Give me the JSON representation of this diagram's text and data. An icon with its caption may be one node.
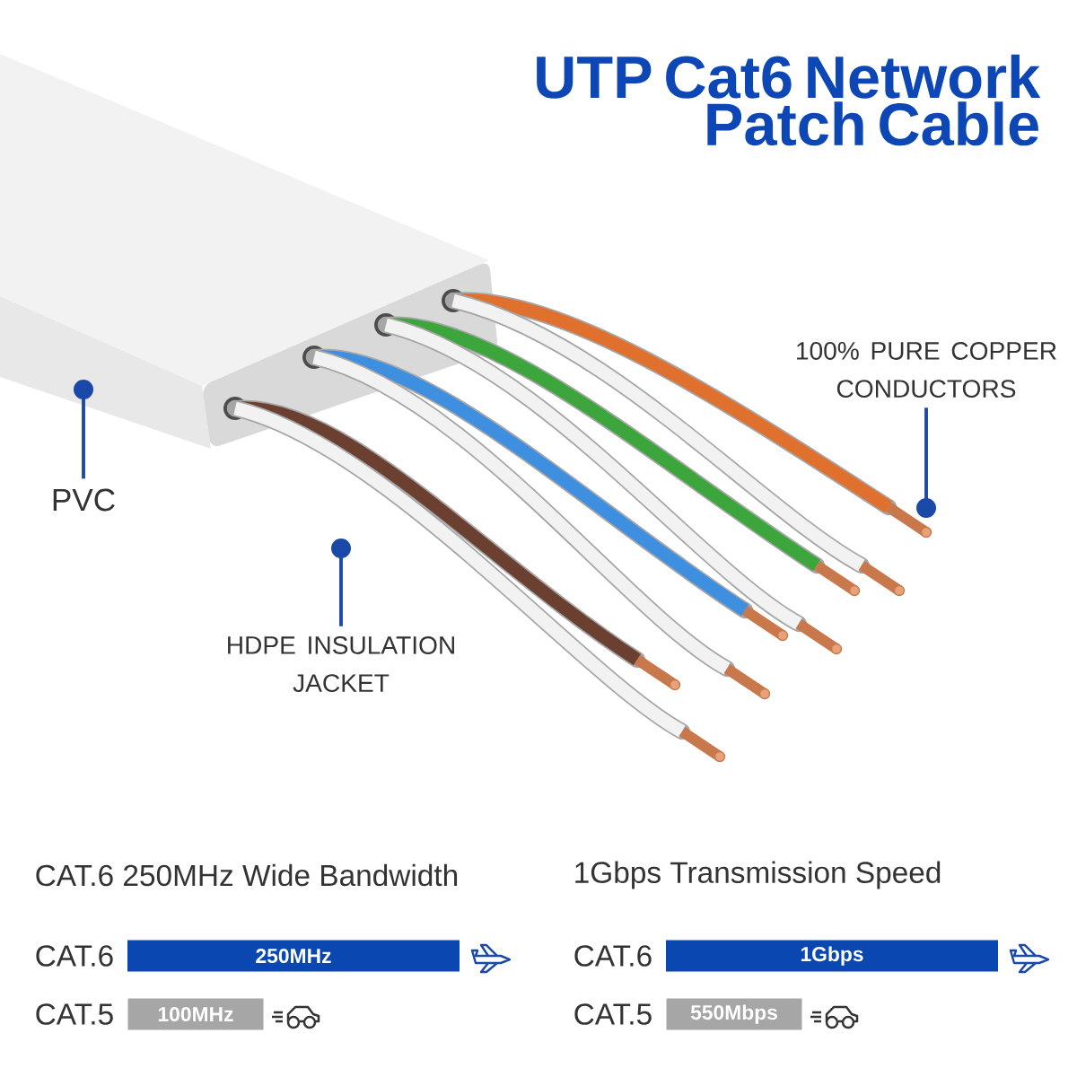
{
  "diagram": {
    "title": "UTP Cat6 Network Patch Cable",
    "nodes": [
      {
        "text": [
          "PVC"
        ]
      },
      {
        "text": [
          "HDPE INSULATION JACKET"
        ]
      },
      {
        "text": [
          "100% PURE COPPER CONDUCTORS"
        ]
      },
      {
        "text": [
          "250MHz"
        ]
      },
      {
        "text": [
          "100MHz"
        ]
      },
      {
        "text": [
          "1Gbps"
        ]
      },
      {
        "text": [
          "550Mbps"
        ]
      }
    ],
    "edges": [
      {
        "from": 0,
        "to": null,
        "arrow": "other"
      },
      {
        "from": 1,
        "to": null,
        "arrow": "other"
      },
      {
        "from": 2,
        "to": null,
        "arrow": "other"
      }
    ],
    "labels": [
      "CAT.6 250MHz Wide Bandwidth",
      "1Gbps Transmission Speed",
      "CAT.6",
      "CAT.6",
      "CAT.5",
      "CAT.5"
    ]
  }
}
